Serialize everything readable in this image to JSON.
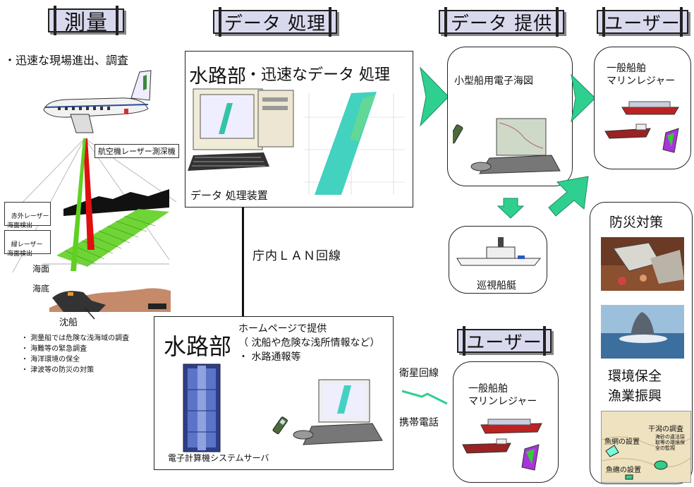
{
  "headers": {
    "survey": "測量",
    "data_processing": "データ 処理",
    "data_provision": "データ 提供",
    "users_top": "ユーザー",
    "users_mid": "ユーザー"
  },
  "survey": {
    "tagline": "・迅速な現場進出、調査",
    "airborne_label": "航空機レーザー測深機",
    "infrared_label": "赤外レーザー\n海面検出",
    "green_label": "緑レーザー\n海面検出",
    "sea_surface": "海面",
    "seabed": "海底",
    "wreck": "沈船",
    "notes": [
      "・ 測量船では危険な浅海域の調査",
      "・ 海難等の緊急調査",
      "・ 海洋環境の保全",
      "・ 津波等の防災の対策"
    ]
  },
  "processing_box": {
    "title_main": "水路部",
    "title_sub": "・迅速なデータ 処理",
    "device_label": "データ 処理装置"
  },
  "lan_label": "庁内ＬＡＮ回線",
  "server_box": {
    "title": "水路部",
    "lines": [
      "ホームページで提供",
      "（ 沈船や危険な浅所情報など）",
      "・ 水路通報等"
    ],
    "server_label": "電子計算機システムサーバ"
  },
  "links": {
    "satellite": "衛星回線",
    "mobile": "携帯電話"
  },
  "provision_box": {
    "label": "小型船用電子海図"
  },
  "patrol_box": {
    "label": "巡視船艇"
  },
  "user_top_box": {
    "line1": "一般船舶",
    "line2": "マリンレジャー"
  },
  "user_mid_box": {
    "line1": "一般船舶",
    "line2": "マリンレジャー"
  },
  "right_panel": {
    "disaster": "防災対策",
    "environment": "環境保全",
    "fisheries": "漁業振興",
    "map_labels": {
      "tidal_flat": "干潟の調査",
      "fishnet": "魚網の設置",
      "sand": "海砂の違法採\n取等の環境保\n全の監視",
      "reef": "魚礁の設置"
    }
  },
  "colors": {
    "tab_fill": "#d9d9ee",
    "arrow_green": "#2fcf90",
    "laser_red": "#e01010",
    "laser_green": "#5fd020",
    "seabed": "#c48a6a"
  }
}
